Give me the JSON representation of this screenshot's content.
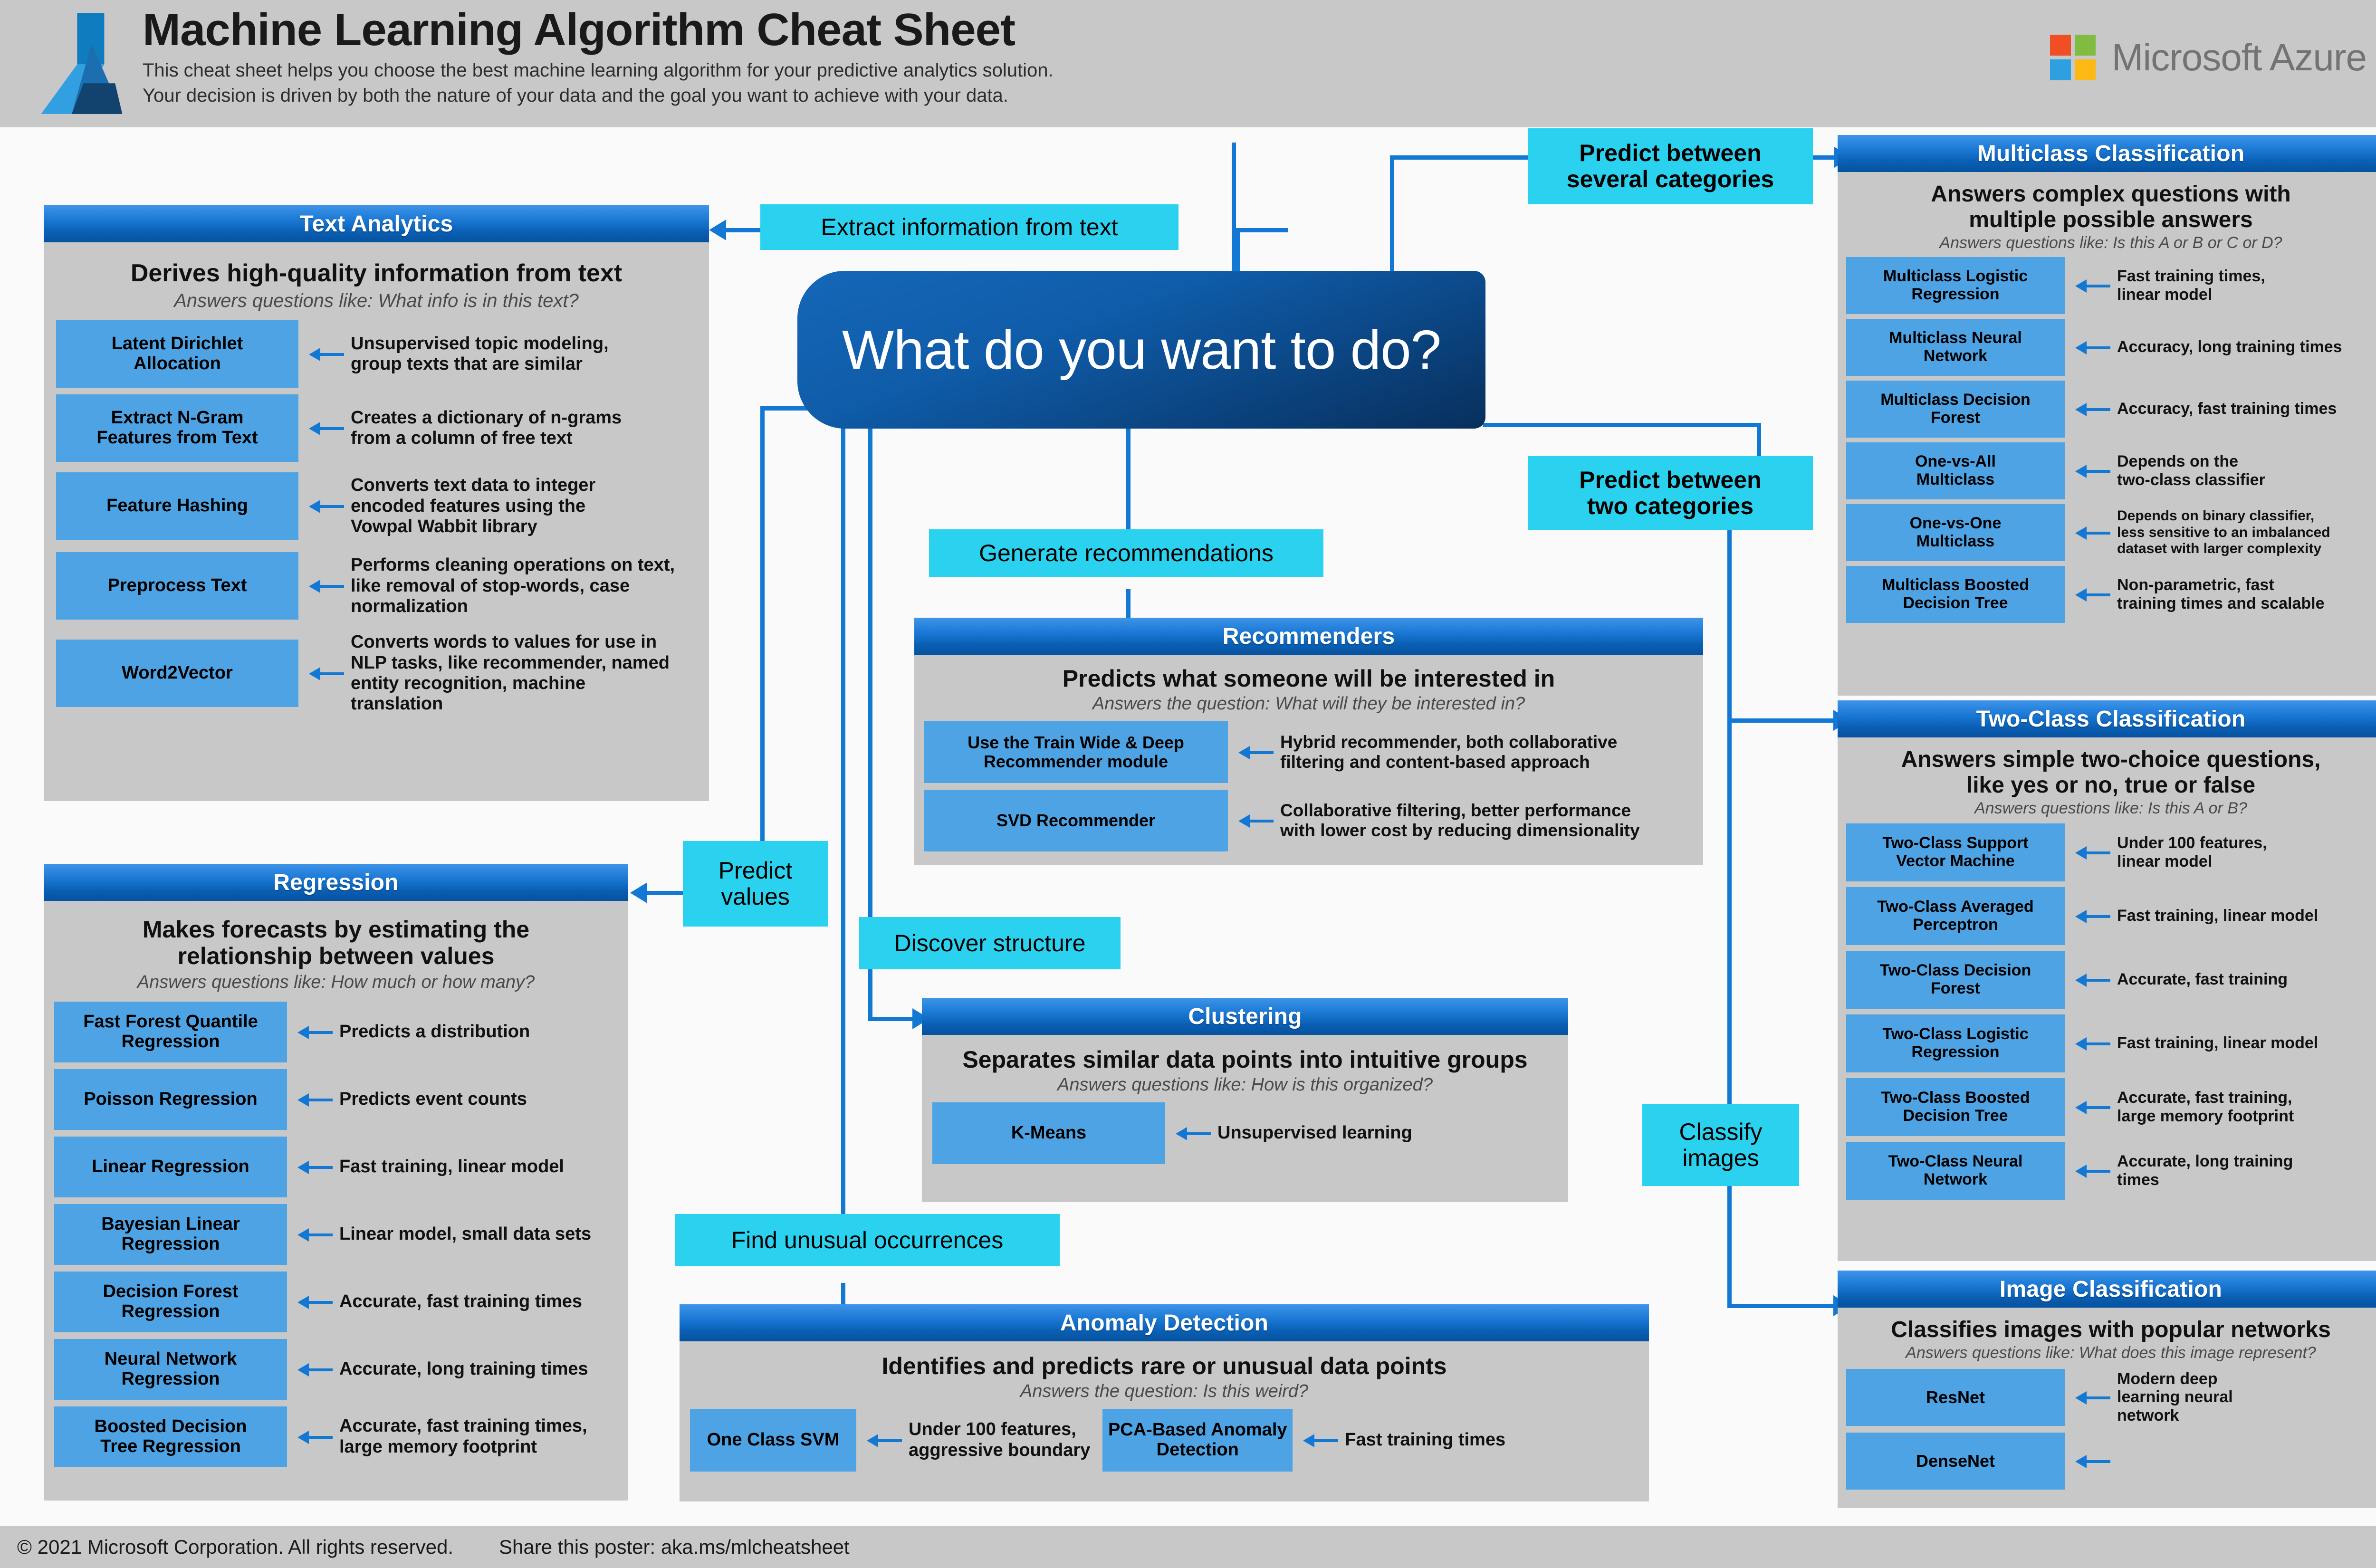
{
  "header": {
    "title": "Machine Learning Algorithm Cheat Sheet",
    "subtitle_line1": "This cheat sheet helps you choose the best machine learning algorithm for your predictive analytics solution.",
    "subtitle_line2": "Your decision is driven by both the nature of your data and the goal you want to achieve with your data.",
    "brand": "Microsoft Azure",
    "brand_colors": [
      "#f04e23",
      "#80bc42",
      "#2e9fe0",
      "#fdb913"
    ],
    "azure_logo_colors": [
      "#0f7cc0",
      "#32a0e0",
      "#1b6fb0",
      "#11436e"
    ]
  },
  "footer": {
    "copyright": "© 2021 Microsoft Corporation. All rights reserved.",
    "share": "Share this poster: aka.ms/mlcheatsheet"
  },
  "hub": {
    "question": "What do you want to do?"
  },
  "decisions": {
    "extract_text": "Extract information from text",
    "predict_several": "Predict between\nseveral categories",
    "predict_two": "Predict between\ntwo categories",
    "generate_recommendations": "Generate recommendations",
    "predict_values": "Predict\nvalues",
    "discover_structure": "Discover structure",
    "find_unusual": "Find unusual occurrences",
    "classify_images": "Classify\nimages"
  },
  "theme": {
    "panel_bg": "#c8c8c8",
    "panel_head_top": "#3f94e8",
    "panel_head_bottom": "#06529f",
    "algo_box": "#4ea3e4",
    "decision_box": "#2ad2f0",
    "connector": "#1278d4",
    "canvas": "#fafafa"
  },
  "panels": {
    "text_analytics": {
      "title": "Text Analytics",
      "lead": "Derives high-quality information from text",
      "sub": "Answers questions like: What info is in this text?",
      "algorithms": [
        {
          "name": "Latent Dirichlet\nAllocation",
          "desc": "Unsupervised topic modeling,\ngroup texts that are similar"
        },
        {
          "name": "Extract N-Gram\nFeatures from Text",
          "desc": "Creates a dictionary of n-grams\nfrom a column of free text"
        },
        {
          "name": "Feature Hashing",
          "desc": "Converts text data to integer\nencoded features using the\nVowpal Wabbit library"
        },
        {
          "name": "Preprocess Text",
          "desc": "Performs cleaning operations on text,\nlike removal of stop-words, case\nnormalization"
        },
        {
          "name": "Word2Vector",
          "desc": "Converts words to values for use in\nNLP tasks, like recommender, named\nentity recognition, machine\ntranslation"
        }
      ]
    },
    "regression": {
      "title": "Regression",
      "lead": "Makes forecasts by estimating the\nrelationship between values",
      "sub": "Answers questions like: How much or how many?",
      "algorithms": [
        {
          "name": "Fast Forest Quantile\nRegression",
          "desc": "Predicts a distribution"
        },
        {
          "name": "Poisson Regression",
          "desc": "Predicts event counts"
        },
        {
          "name": "Linear Regression",
          "desc": "Fast training, linear model"
        },
        {
          "name": "Bayesian Linear\nRegression",
          "desc": "Linear model, small data sets"
        },
        {
          "name": "Decision Forest\nRegression",
          "desc": "Accurate, fast training times"
        },
        {
          "name": "Neural Network\nRegression",
          "desc": "Accurate, long training times"
        },
        {
          "name": "Boosted Decision\nTree Regression",
          "desc": "Accurate, fast training times,\nlarge memory footprint"
        }
      ]
    },
    "recommenders": {
      "title": "Recommenders",
      "lead": "Predicts what someone will be interested in",
      "sub": "Answers the question: What will they be interested in?",
      "algorithms": [
        {
          "name": "Use the Train Wide & Deep\nRecommender module",
          "desc": "Hybrid recommender, both collaborative\nfiltering and content-based approach"
        },
        {
          "name": "SVD Recommender",
          "desc": "Collaborative filtering, better performance\nwith lower cost by reducing dimensionality"
        }
      ]
    },
    "clustering": {
      "title": "Clustering",
      "lead": "Separates similar data points into intuitive groups",
      "sub": "Answers questions like: How is this organized?",
      "algorithms": [
        {
          "name": "K-Means",
          "desc": "Unsupervised learning"
        }
      ]
    },
    "anomaly_detection": {
      "title": "Anomaly Detection",
      "lead": "Identifies and predicts rare or unusual data points",
      "sub": "Answers the question: Is this weird?",
      "algorithms": [
        {
          "name": "One Class SVM",
          "desc": "Under 100 features,\naggressive boundary"
        },
        {
          "name": "PCA-Based Anomaly\nDetection",
          "desc": "Fast training times"
        }
      ]
    },
    "multiclass_classification": {
      "title": "Multiclass Classification",
      "lead": "Answers complex questions with\nmultiple possible answers",
      "sub": "Answers questions like: Is this A or B or C or D?",
      "algorithms": [
        {
          "name": "Multiclass Logistic\nRegression",
          "desc": "Fast training times,\nlinear model"
        },
        {
          "name": "Multiclass Neural\nNetwork",
          "desc": "Accuracy, long training times"
        },
        {
          "name": "Multiclass Decision\nForest",
          "desc": "Accuracy, fast training times"
        },
        {
          "name": "One-vs-All\nMulticlass",
          "desc": "Depends on the\ntwo-class classifier"
        },
        {
          "name": "One-vs-One\nMulticlass",
          "desc": "Depends on binary classifier,\nless sensitive to an imbalanced\ndataset with larger complexity"
        },
        {
          "name": "Multiclass Boosted\nDecision Tree",
          "desc": "Non-parametric, fast\ntraining times and scalable"
        }
      ]
    },
    "two_class_classification": {
      "title": "Two-Class Classification",
      "lead": "Answers simple two-choice questions,\nlike yes or no, true or false",
      "sub": "Answers questions like: Is this A or B?",
      "algorithms": [
        {
          "name": "Two-Class Support\nVector Machine",
          "desc": "Under 100 features,\nlinear model"
        },
        {
          "name": "Two-Class Averaged\nPerceptron",
          "desc": "Fast training, linear model"
        },
        {
          "name": "Two-Class Decision\nForest",
          "desc": "Accurate, fast training"
        },
        {
          "name": "Two-Class Logistic\nRegression",
          "desc": "Fast training, linear model"
        },
        {
          "name": "Two-Class Boosted\nDecision Tree",
          "desc": "Accurate, fast training,\nlarge memory footprint"
        },
        {
          "name": "Two-Class Neural\nNetwork",
          "desc": "Accurate, long training\ntimes"
        }
      ]
    },
    "image_classification": {
      "title": "Image Classification",
      "lead": "Classifies images with popular networks",
      "sub": "Answers questions like: What does this image represent?",
      "algorithms": [
        {
          "name": "ResNet",
          "desc": "Modern deep\nlearning neural\nnetwork"
        },
        {
          "name": "DenseNet",
          "desc": ""
        }
      ]
    }
  }
}
